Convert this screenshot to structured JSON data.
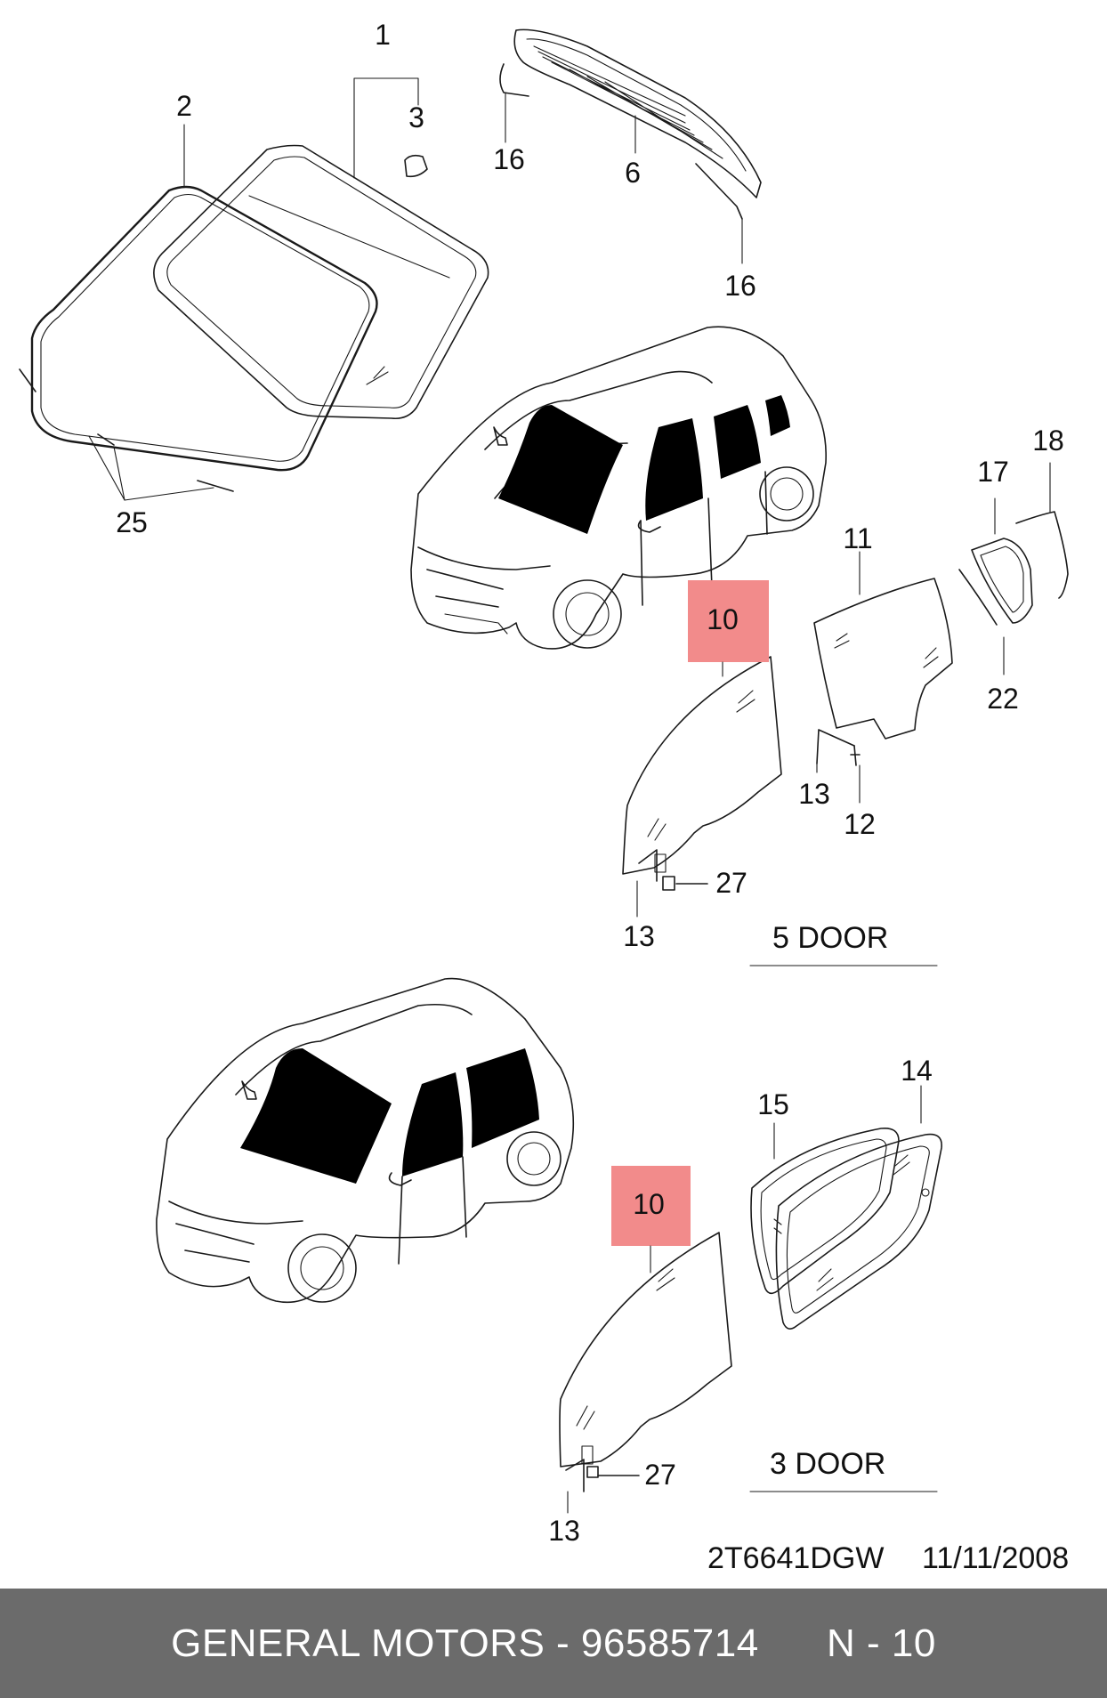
{
  "callouts": {
    "c1": "1",
    "c2": "2",
    "c3": "3",
    "c6": "6",
    "c16a": "16",
    "c16b": "16",
    "c25": "25",
    "c18": "18",
    "c17": "17",
    "c11": "11",
    "c10a": "10",
    "c22": "22",
    "c13a": "13",
    "c12": "12",
    "c27a": "27",
    "c13b": "13",
    "c14": "14",
    "c15": "15",
    "c10b": "10",
    "c27b": "27",
    "c13c": "13"
  },
  "section_labels": {
    "five_door": "5 DOOR",
    "three_door": "3 DOOR"
  },
  "drawing_code": "2T6641DGW",
  "drawing_date": "11/11/2008",
  "footer": {
    "brand": "GENERAL MOTORS",
    "part_number": "96585714",
    "ref": "N - 10"
  },
  "colors": {
    "highlight": "#f28b8b",
    "footer_bg": "#6b6b6b",
    "footer_text": "#ffffff",
    "ink": "#1a1a1a"
  }
}
